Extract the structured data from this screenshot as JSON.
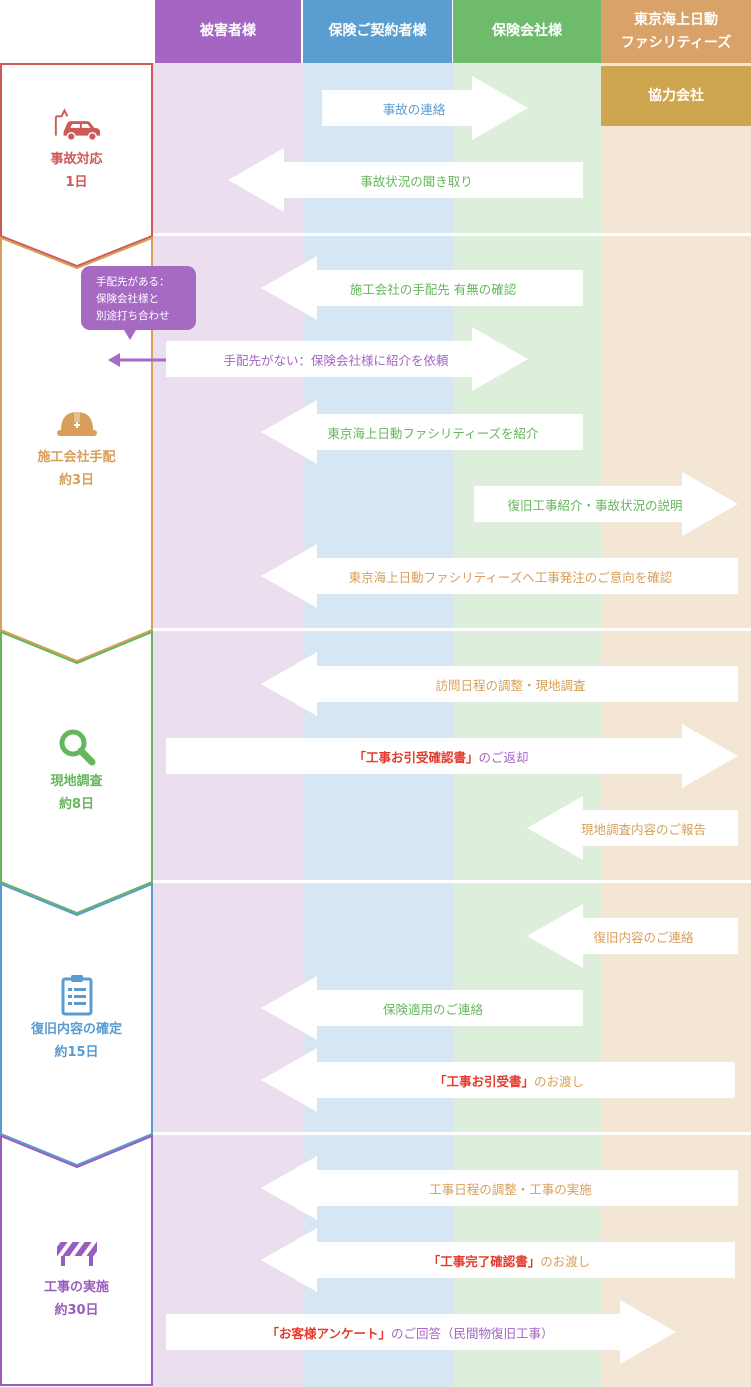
{
  "columns": {
    "victim": {
      "label": "被害者様",
      "color": "#a466c2",
      "bg": "#ebdeef"
    },
    "policyholder": {
      "label": "保険ご契約者様",
      "color": "#5a9dd1",
      "bg": "#d7e6f3"
    },
    "insurer": {
      "label": "保険会社様",
      "color": "#6dbb6b",
      "bg": "#ddeedb"
    },
    "facilities": {
      "label": "東京海上日動\nファシリティーズ",
      "color": "#d9a268",
      "bg": "#f4e6d5"
    },
    "partner": {
      "label": "協力会社",
      "color": "#cfa650"
    }
  },
  "stages": [
    {
      "label": "事故対応\n1日",
      "icon": "car-accident-icon",
      "color": "#cc5b57"
    },
    {
      "label": "施工会社手配\n約3日",
      "icon": "hardhat-icon",
      "color": "#d79f59"
    },
    {
      "label": "現地調査\n約8日",
      "icon": "magnifier-icon",
      "color": "#66b65e"
    },
    {
      "label": "復旧内容の確定\n約15日",
      "icon": "clipboard-icon",
      "color": "#5a9bd0"
    },
    {
      "label": "工事の実施\n約30日",
      "icon": "barrier-icon",
      "color": "#9b5dbd"
    }
  ],
  "note": {
    "text": "手配先がある：\n保険会社様と\n別途打ち合わせ",
    "color": "#a66ac3"
  },
  "steps": [
    {
      "parts": [
        {
          "text": "事故の連絡"
        }
      ],
      "color": "#5a9bd0"
    },
    {
      "parts": [
        {
          "text": "事故状況の聞き取り"
        }
      ],
      "color": "#66b65e"
    },
    {
      "parts": [
        {
          "text": "施工会社の手配先 有無の確認"
        }
      ],
      "color": "#66b65e"
    },
    {
      "parts": [
        {
          "text": "手配先がない：保険会社様に紹介を依頼"
        }
      ],
      "color": "#a466c2"
    },
    {
      "parts": [
        {
          "text": "東京海上日動ファシリティーズを紹介"
        }
      ],
      "color": "#66b65e"
    },
    {
      "parts": [
        {
          "text": "復旧工事紹介・事故状況の説明"
        }
      ],
      "color": "#66b65e"
    },
    {
      "parts": [
        {
          "text": "東京海上日動ファシリティーズへ工事発注のご意向を確認"
        }
      ],
      "color": "#d79f59"
    },
    {
      "parts": [
        {
          "text": "訪問日程の調整・現地調査"
        }
      ],
      "color": "#d79f59"
    },
    {
      "parts": [
        {
          "text": "「工事お引受確認書」",
          "hl": true
        },
        {
          "text": "のご返却"
        }
      ],
      "color": "#a466c2"
    },
    {
      "parts": [
        {
          "text": "現地調査内容のご報告"
        }
      ],
      "color": "#d79f59"
    },
    {
      "parts": [
        {
          "text": "復旧内容のご連絡"
        }
      ],
      "color": "#d79f59"
    },
    {
      "parts": [
        {
          "text": "保険適用のご連絡"
        }
      ],
      "color": "#66b65e"
    },
    {
      "parts": [
        {
          "text": "「工事お引受書」",
          "hl": true
        },
        {
          "text": "のお渡し"
        }
      ],
      "color": "#d79f59"
    },
    {
      "parts": [
        {
          "text": "工事日程の調整・工事の実施"
        }
      ],
      "color": "#d79f59"
    },
    {
      "parts": [
        {
          "text": "「工事完了確認書」",
          "hl": true
        },
        {
          "text": "のお渡し"
        }
      ],
      "color": "#d79f59"
    },
    {
      "parts": [
        {
          "text": "「お客様アンケート」",
          "hl": true
        },
        {
          "text": "のご回答（民間物復旧工事）"
        }
      ],
      "color": "#a466c2"
    }
  ]
}
